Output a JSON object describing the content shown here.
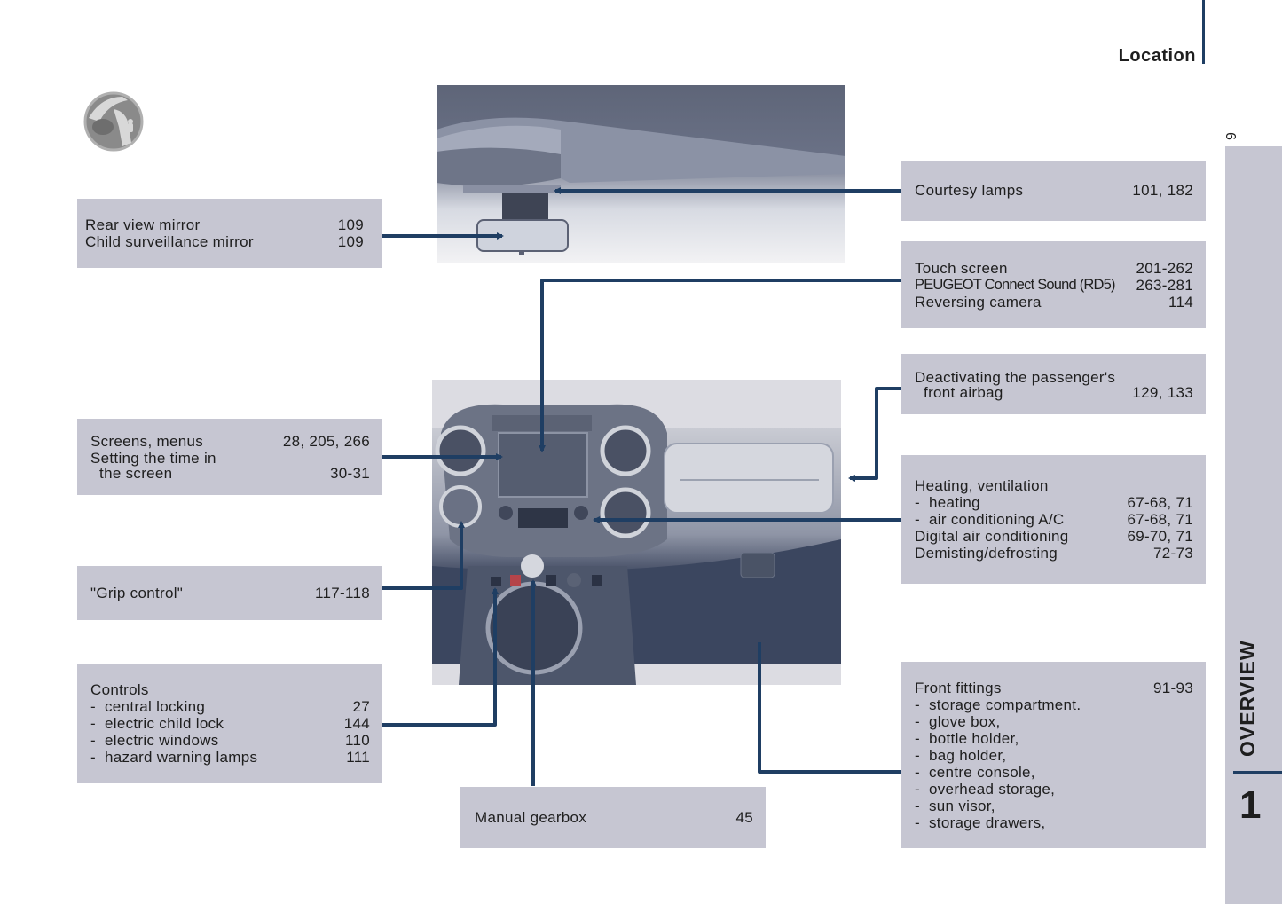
{
  "header": {
    "title": "Location",
    "page_number": "9"
  },
  "side_tab": {
    "section_label": "OVERVIEW",
    "chapter_number": "1"
  },
  "icon": {
    "name": "driver-seat-icon"
  },
  "colors": {
    "callout_box": "#c6c6d2",
    "leader_line": "#1f3e63",
    "text": "#1e1e1e"
  },
  "callouts": {
    "mirror": {
      "rows": [
        {
          "label": "Rear view mirror",
          "pages": "109"
        },
        {
          "label": "Child surveillance mirror",
          "pages": "109"
        }
      ]
    },
    "courtesy": {
      "rows": [
        {
          "label": "Courtesy lamps",
          "pages": "101, 182"
        }
      ]
    },
    "touch": {
      "rows": [
        {
          "label": "Touch screen",
          "pages": "201-262"
        },
        {
          "label": "PEUGEOT Connect Sound (RD5)",
          "pages": "263-281"
        },
        {
          "label": "Reversing camera",
          "pages": "114"
        }
      ]
    },
    "airbag": {
      "rows": [
        {
          "label": "Deactivating the passenger's",
          "pages": ""
        },
        {
          "label": "  front airbag",
          "pages": "129, 133"
        }
      ]
    },
    "screens": {
      "rows": [
        {
          "label": "Screens, menus",
          "pages": "28, 205, 266"
        },
        {
          "label": "Setting the time in",
          "pages": ""
        },
        {
          "label": "  the screen",
          "pages": "30-31"
        }
      ]
    },
    "heating": {
      "rows": [
        {
          "label": "Heating, ventilation",
          "pages": ""
        },
        {
          "label": "-  heating",
          "pages": "67-68, 71"
        },
        {
          "label": "-  air conditioning A/C",
          "pages": "67-68, 71"
        },
        {
          "label": "Digital air conditioning",
          "pages": "69-70, 71"
        },
        {
          "label": "Demisting/defrosting",
          "pages": "72-73"
        }
      ]
    },
    "grip": {
      "rows": [
        {
          "label": "\"Grip control\"",
          "pages": "117-118"
        }
      ]
    },
    "controls": {
      "rows": [
        {
          "label": "Controls",
          "pages": ""
        },
        {
          "label": "-  central locking",
          "pages": "27"
        },
        {
          "label": "-  electric child lock",
          "pages": "144"
        },
        {
          "label": "-  electric windows",
          "pages": "110"
        },
        {
          "label": "-  hazard warning lamps",
          "pages": "111"
        }
      ]
    },
    "gearbox": {
      "rows": [
        {
          "label": "Manual gearbox",
          "pages": "45"
        }
      ]
    },
    "fittings": {
      "rows": [
        {
          "label": "Front fittings",
          "pages": "91-93"
        },
        {
          "label": "-  storage compartment.",
          "pages": ""
        },
        {
          "label": "-  glove box,",
          "pages": ""
        },
        {
          "label": "-  bottle holder,",
          "pages": ""
        },
        {
          "label": "-  bag holder,",
          "pages": ""
        },
        {
          "label": "-  centre console,",
          "pages": ""
        },
        {
          "label": "-  overhead storage,",
          "pages": ""
        },
        {
          "label": "-  sun visor,",
          "pages": ""
        },
        {
          "label": "-  storage drawers,",
          "pages": ""
        }
      ]
    }
  }
}
